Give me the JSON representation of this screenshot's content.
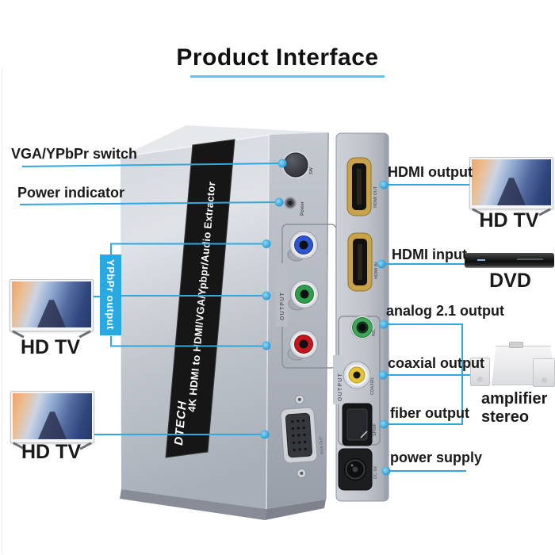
{
  "title": "Product Interface",
  "labels": {
    "vga_switch": "VGA/YPbPr switch",
    "power_indicator": "Power indicator",
    "ypbpr_output": "YPbPr output",
    "hdtv_mid": "HD TV",
    "hdtv_bottom": "HD TV",
    "hdtv_right": "HD TV",
    "dvd": "DVD",
    "hdmi_output": "HDMI output",
    "hdmi_input": "HDMI input",
    "analog_output": "analog 2.1 output",
    "coaxial_output": "coaxial output",
    "fiber_output": "fiber output",
    "amplifier": "amplifier",
    "stereo": "stereo",
    "power_supply": "power supply"
  },
  "unit": {
    "brand": "DTECH",
    "stripe_text": "4K HDMI to HDMI/VGA/Ypbpr/Audio Extractor",
    "ports": {
      "switch": "SW",
      "power_led": "Power",
      "component_group": "OUTPUT",
      "vga": "VGA OUT",
      "hdmi_out": "HDMI OUT",
      "hdmi_in": "HDMI IN",
      "analog": "R/L",
      "coaxial": "COAXIAL",
      "spdif": "SPDIF",
      "dc": "DC 5V",
      "rear_group": "OUTPUT"
    }
  },
  "colors": {
    "callout_blue": "#2FA8DF",
    "banner_blue": "#29A9E1",
    "underline_blue": "#5BC6EE",
    "rca_blue": "#2F55D4",
    "rca_green": "#2F9E4C",
    "rca_red": "#C4161C",
    "coaxial_yellow": "#E3C235",
    "jack_green": "#3FA558",
    "hdmi_gold": "#C9A24B"
  }
}
